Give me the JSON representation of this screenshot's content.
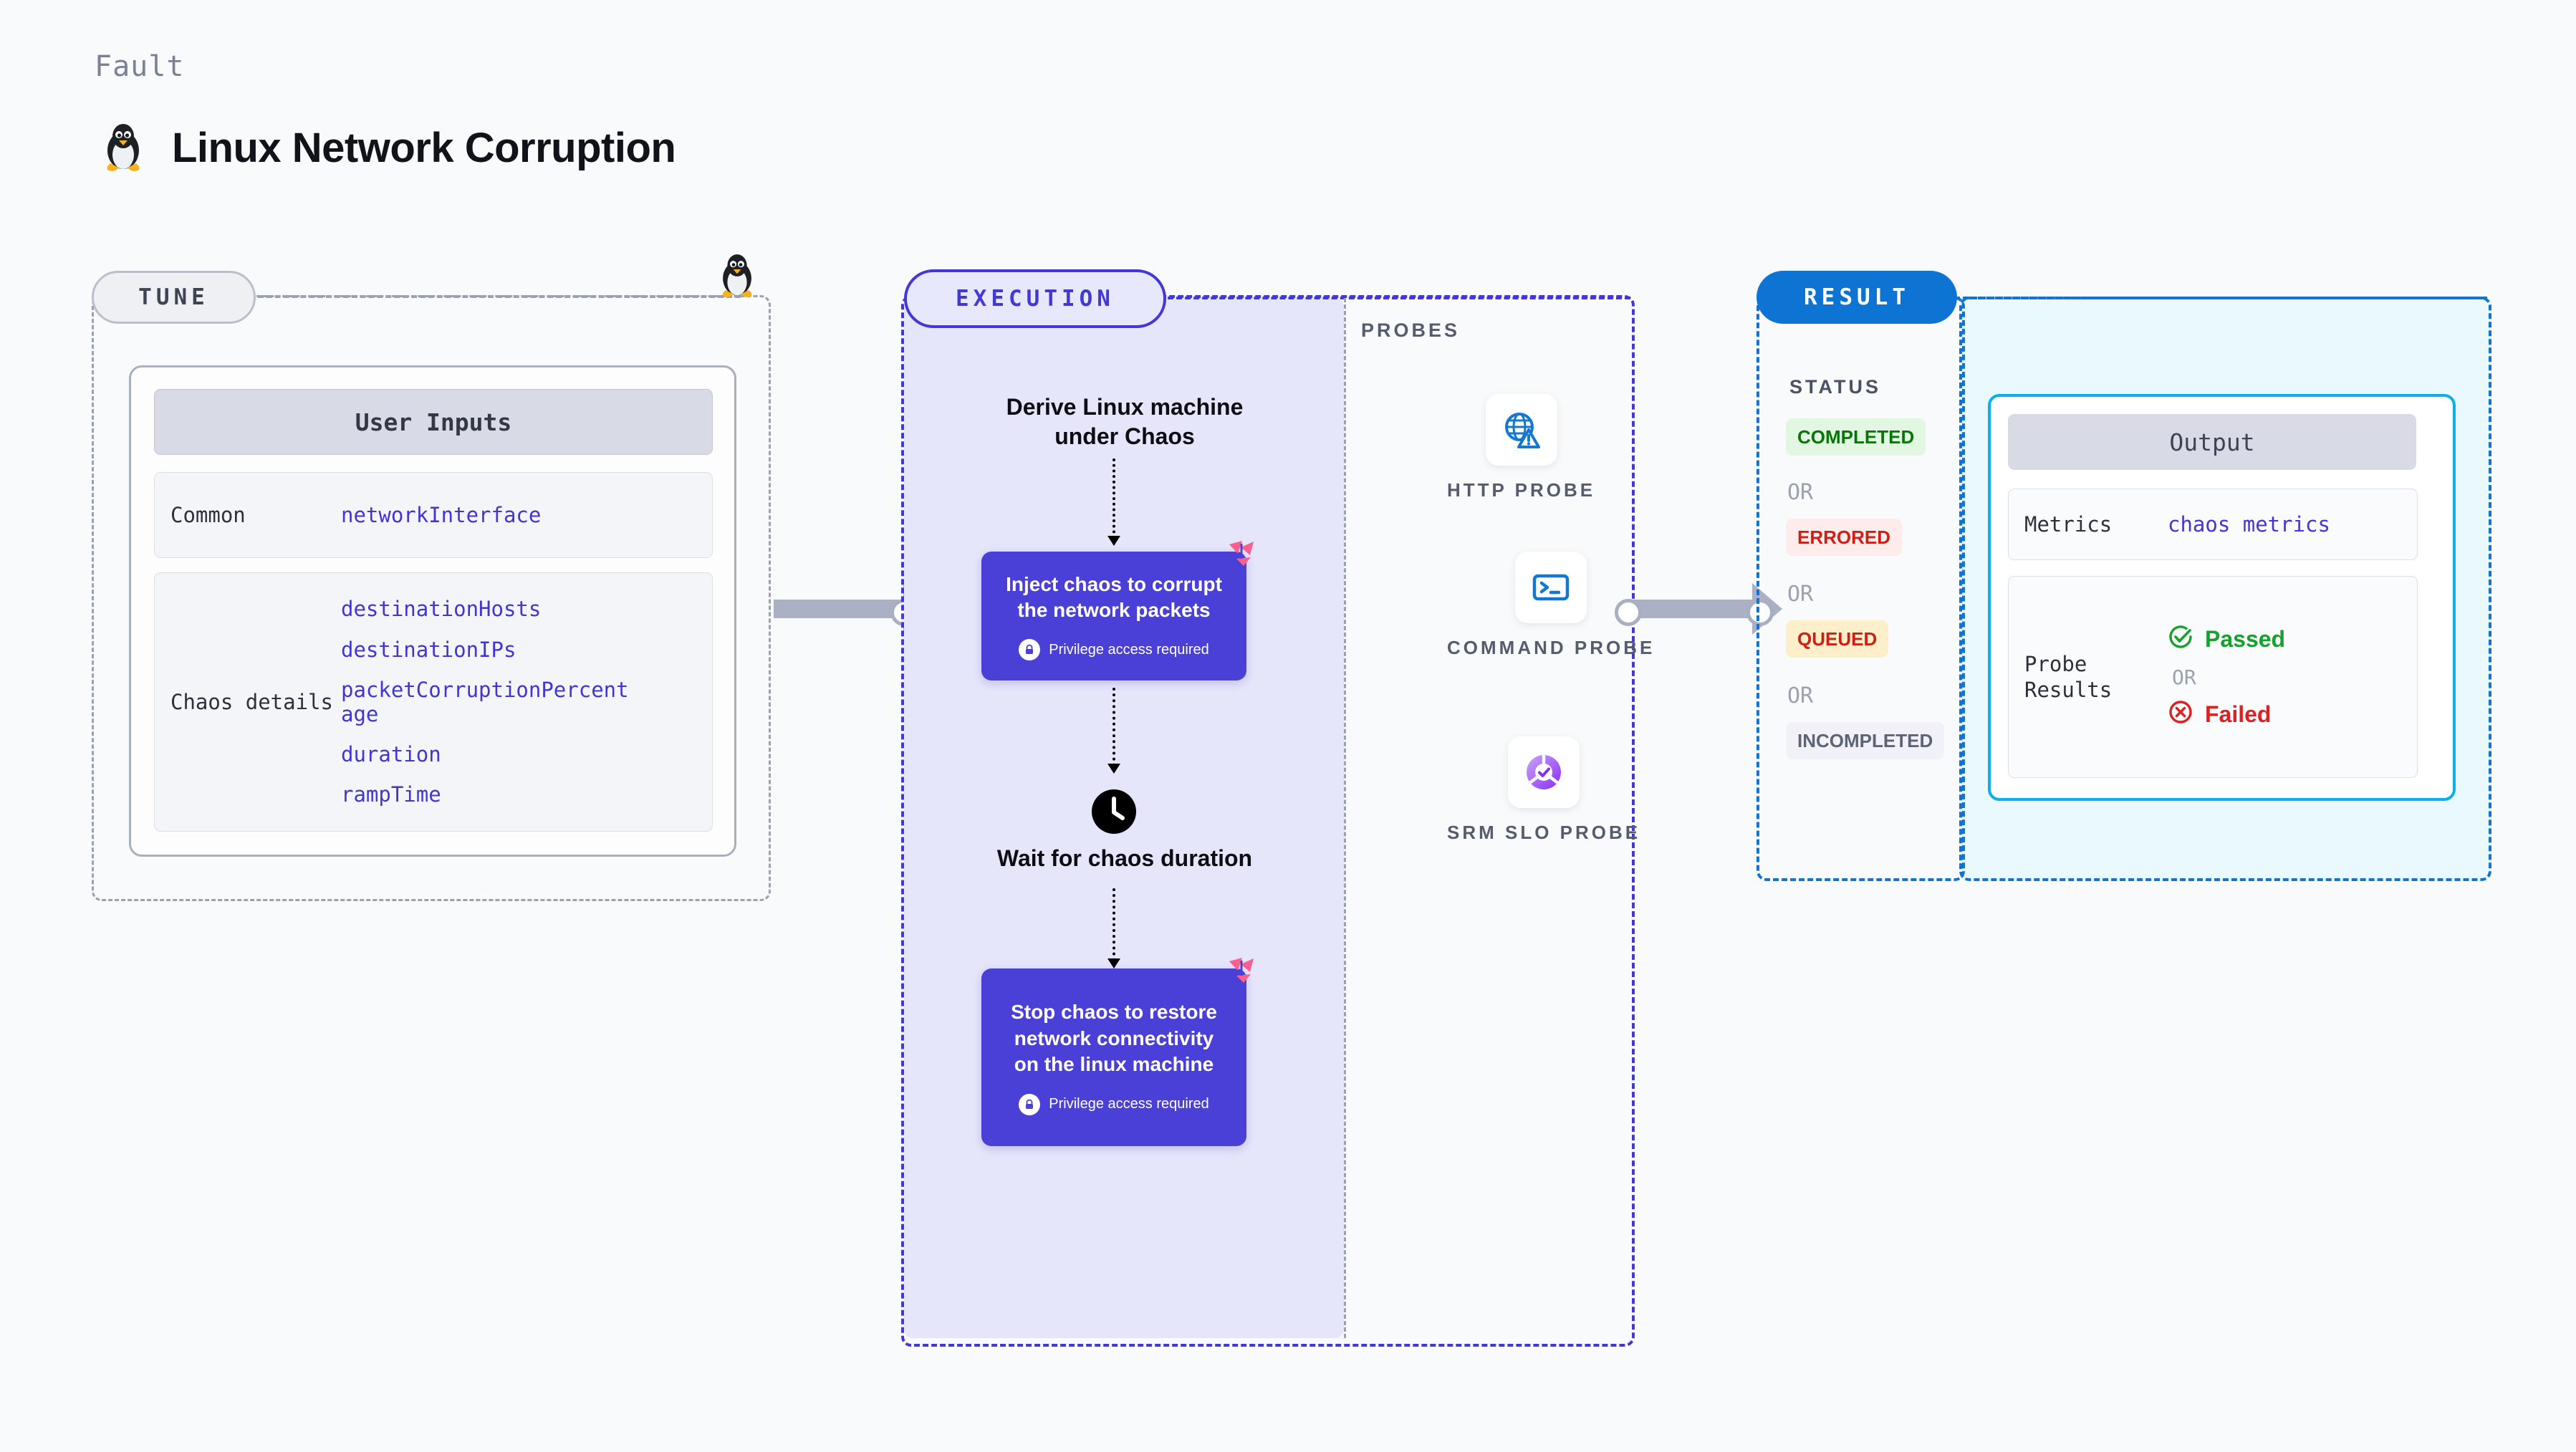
{
  "header": {
    "kicker": "Fault",
    "title": "Linux Network Corruption",
    "icon": "linux-penguin-icon"
  },
  "tune": {
    "pill": "TUNE",
    "card_title": "User Inputs",
    "groups": [
      {
        "label": "Common",
        "values": [
          "networkInterface"
        ]
      },
      {
        "label": "Chaos details",
        "values": [
          "destinationHosts",
          "destinationIPs",
          "packetCorruptionPercentage",
          "duration",
          "rampTime"
        ]
      }
    ]
  },
  "execution": {
    "pill": "EXECUTION",
    "step_heading": "Derive Linux machine under Chaos",
    "inject_card": {
      "title": "Inject chaos to corrupt the network packets",
      "privilege": "Privilege access required"
    },
    "wait_heading": "Wait for chaos duration",
    "stop_card": {
      "title": "Stop chaos to restore network connectivity on the linux machine",
      "privilege": "Privilege access required"
    }
  },
  "probes": {
    "label": "PROBES",
    "items": [
      {
        "name": "HTTP PROBE",
        "icon": "globe-warning-icon"
      },
      {
        "name": "COMMAND PROBE",
        "icon": "terminal-icon"
      },
      {
        "name": "SRM SLO PROBE",
        "icon": "slo-check-icon"
      }
    ]
  },
  "result": {
    "pill": "RESULT",
    "status_label": "STATUS",
    "or": "OR",
    "statuses": [
      {
        "text": "COMPLETED",
        "bg": "#e1f7e1",
        "fg": "#067706"
      },
      {
        "text": "ERRORED",
        "bg": "#fdeceb",
        "fg": "#cd1f13"
      },
      {
        "text": "QUEUED",
        "bg": "#fdefc9",
        "fg": "#cd1f13"
      },
      {
        "text": "INCOMPLETED",
        "bg": "#f1f1f7",
        "fg": "#5d6478"
      }
    ],
    "output": {
      "title": "Output",
      "metrics_label": "Metrics",
      "metrics_value": "chaos metrics",
      "probe_label": "Probe Results",
      "passed": "Passed",
      "failed": "Failed",
      "or": "OR"
    }
  },
  "colors": {
    "accent_purple": "#4338d6",
    "accent_blue": "#0d74d4",
    "accent_cyan": "#0cb0e8",
    "litmus_pink": "#f9608f",
    "tune_gray": "#9aa1b0"
  }
}
